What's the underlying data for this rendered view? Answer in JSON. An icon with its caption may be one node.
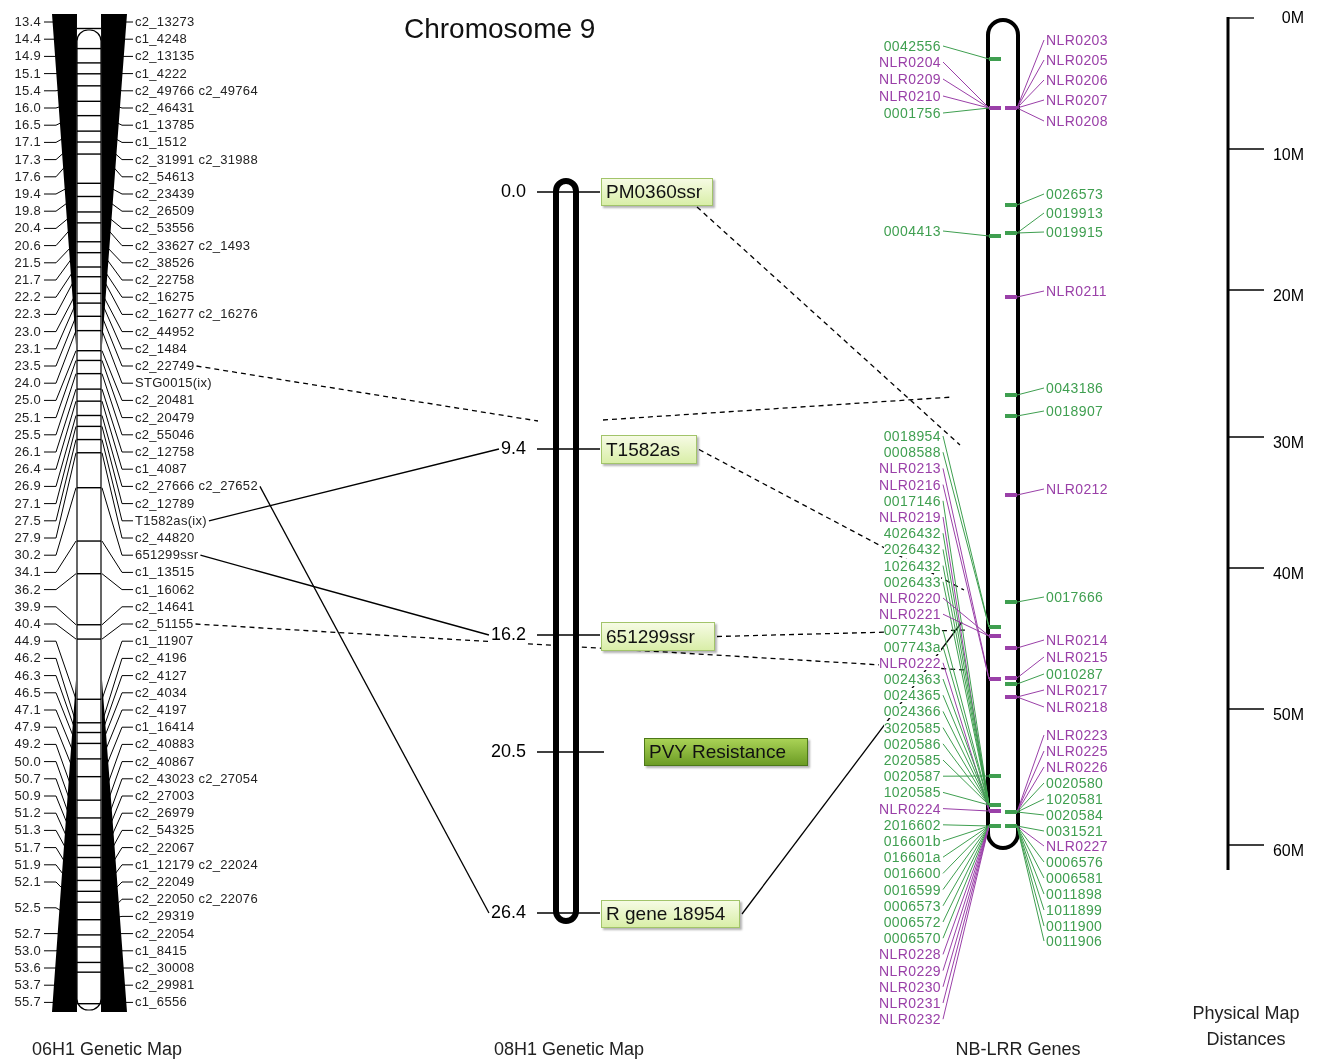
{
  "diagram": {
    "title": "Chromosome 9",
    "nodes": [
      {
        "text": [
          "PM0360ssr"
        ]
      },
      {
        "text": [
          "T1582as"
        ]
      },
      {
        "text": [
          "651299ssr"
        ]
      },
      {
        "text": [
          "PVY Resistance"
        ]
      },
      {
        "text": [
          "R gene  18954"
        ]
      },
      {
        "text": [
          "c2_22749"
        ]
      },
      {
        "text": [
          "c2_27666 c2_27652"
        ]
      },
      {
        "text": [
          "T1582as(ix)"
        ]
      },
      {
        "text": [
          "651299ssr"
        ]
      },
      {
        "text": [
          "c2_51155"
        ]
      },
      {
        "text": [
          "9.4"
        ]
      },
      {
        "text": [
          "16.2"
        ]
      },
      {
        "text": [
          "26.4"
        ]
      },
      {
        "text": [
          "0042556"
        ]
      },
      {
        "text": [
          "NLR0204"
        ]
      },
      {
        "text": [
          "NLR0209"
        ]
      },
      {
        "text": [
          "NLR0210"
        ]
      },
      {
        "text": [
          "0001756"
        ]
      },
      {
        "text": [
          "0004413"
        ]
      },
      {
        "text": [
          "NLR0203"
        ]
      },
      {
        "text": [
          "NLR0205"
        ]
      },
      {
        "text": [
          "NLR0206"
        ]
      },
      {
        "text": [
          "NLR0207"
        ]
      },
      {
        "text": [
          "NLR0208"
        ]
      },
      {
        "text": [
          "0026573"
        ]
      },
      {
        "text": [
          "0019913"
        ]
      },
      {
        "text": [
          "0019915"
        ]
      },
      {
        "text": [
          "NLR0211"
        ]
      },
      {
        "text": [
          "0043186"
        ]
      },
      {
        "text": [
          "0018907"
        ]
      },
      {
        "text": [
          "NLR0212"
        ]
      },
      {
        "text": [
          "0017666"
        ]
      },
      {
        "text": [
          "0018954"
        ]
      },
      {
        "text": [
          "0008588"
        ]
      },
      {
        "text": [
          "NLR0213"
        ]
      },
      {
        "text": [
          "NLR0216"
        ]
      },
      {
        "text": [
          "0017146"
        ]
      },
      {
        "text": [
          "NLR0219"
        ]
      },
      {
        "text": [
          "4026432"
        ]
      },
      {
        "text": [
          "2026432"
        ]
      },
      {
        "text": [
          "1026432"
        ]
      },
      {
        "text": [
          "0026433"
        ]
      },
      {
        "text": [
          "NLR0220"
        ]
      },
      {
        "text": [
          "NLR0221"
        ]
      },
      {
        "text": [
          "007743b"
        ]
      },
      {
        "text": [
          "007743a"
        ]
      },
      {
        "text": [
          "NLR0222"
        ]
      },
      {
        "text": [
          "0024363"
        ]
      },
      {
        "text": [
          "0024365"
        ]
      },
      {
        "text": [
          "0024366"
        ]
      },
      {
        "text": [
          "3020585"
        ]
      },
      {
        "text": [
          "0020586"
        ]
      },
      {
        "text": [
          "2020585"
        ]
      },
      {
        "text": [
          "0020587"
        ]
      },
      {
        "text": [
          "1020585"
        ]
      },
      {
        "text": [
          "NLR0224"
        ]
      },
      {
        "text": [
          "2016602"
        ]
      },
      {
        "text": [
          "016601b"
        ]
      },
      {
        "text": [
          "016601a"
        ]
      },
      {
        "text": [
          "0016600"
        ]
      },
      {
        "text": [
          "0016599"
        ]
      },
      {
        "text": [
          "0006573"
        ]
      },
      {
        "text": [
          "0006572"
        ]
      },
      {
        "text": [
          "0006570"
        ]
      },
      {
        "text": [
          "NLR0228"
        ]
      },
      {
        "text": [
          "NLR0229"
        ]
      },
      {
        "text": [
          "NLR0230"
        ]
      },
      {
        "text": [
          "NLR0231"
        ]
      },
      {
        "text": [
          "NLR0232"
        ]
      },
      {
        "text": [
          "NLR0214"
        ]
      },
      {
        "text": [
          "NLR0215"
        ]
      },
      {
        "text": [
          "0010287"
        ]
      },
      {
        "text": [
          "NLR0217"
        ]
      },
      {
        "text": [
          "NLR0218"
        ]
      },
      {
        "text": [
          "NLR0223"
        ]
      },
      {
        "text": [
          "NLR0225"
        ]
      },
      {
        "text": [
          "NLR0226"
        ]
      },
      {
        "text": [
          "0020580"
        ]
      },
      {
        "text": [
          "1020581"
        ]
      },
      {
        "text": [
          "0020584"
        ]
      },
      {
        "text": [
          "0031521"
        ]
      },
      {
        "text": [
          "NLR0227"
        ]
      },
      {
        "text": [
          "0006576"
        ]
      },
      {
        "text": [
          "0006581"
        ]
      },
      {
        "text": [
          "0011898"
        ]
      },
      {
        "text": [
          "1011899"
        ]
      },
      {
        "text": [
          "0011900"
        ]
      },
      {
        "text": [
          "0011906"
        ]
      },
      {
        "text": [],
        "shape": "bar"
      },
      {
        "text": [],
        "shape": "bar"
      },
      {
        "text": [],
        "shape": "bar"
      },
      {
        "text": [],
        "shape": "bar"
      },
      {
        "text": [],
        "shape": "bar"
      },
      {
        "text": [],
        "shape": "bar"
      },
      {
        "text": [],
        "shape": "bar"
      },
      {
        "text": [],
        "shape": "bar"
      },
      {
        "text": [],
        "shape": "bar"
      },
      {
        "text": [],
        "shape": "bar"
      },
      {
        "text": [],
        "shape": "bar"
      },
      {
        "text": [],
        "shape": "bar"
      },
      {
        "text": [],
        "shape": "bar"
      },
      {
        "text": [],
        "shape": "bar"
      },
      {
        "text": [],
        "shape": "bar"
      },
      {
        "text": [],
        "shape": "bar"
      },
      {
        "text": [],
        "shape": "bar"
      },
      {
        "text": [],
        "shape": "bar"
      },
      {
        "text": [],
        "shape": "bar"
      },
      {
        "text": [],
        "shape": "bar"
      },
      {
        "text": [],
        "shape": "bar"
      },
      {
        "text": [],
        "shape": "bar"
      },
      {
        "text": [],
        "shape": "bar"
      },
      {
        "text": [],
        "shape": "bar"
      }
    ],
    "edges": [
      {
        "from": 5,
        "to": null,
        "arrow": "none",
        "style": "dashed",
        "color": "#000000"
      },
      {
        "from": 7,
        "to": 10,
        "arrow": "none",
        "color": "#000000"
      },
      {
        "from": 6,
        "to": 12,
        "arrow": "none",
        "color": "#000000"
      },
      {
        "from": 8,
        "to": 11,
        "arrow": "none",
        "color": "#000000"
      },
      {
        "from": 9,
        "to": null,
        "arrow": "none",
        "style": "dashed",
        "color": "#000000"
      },
      {
        "from": 0,
        "to": null,
        "arrow": "none",
        "style": "dashed",
        "color": "#000000"
      },
      {
        "from": 1,
        "to": null,
        "arrow": "none",
        "style": "dashed",
        "color": "#000000"
      },
      {
        "from": 2,
        "to": null,
        "arrow": "none",
        "style": "dashed",
        "color": "#000000"
      },
      {
        "from": 4,
        "to": null,
        "arrow": "none",
        "color": "#000000"
      },
      {
        "from": 13,
        "to": 88,
        "arrow": "none",
        "color": "#3f9f50"
      },
      {
        "from": 14,
        "to": 89,
        "arrow": "none",
        "color": "#9a40a8"
      },
      {
        "from": 15,
        "to": 89,
        "arrow": "none",
        "color": "#9a40a8"
      },
      {
        "from": 16,
        "to": 89,
        "arrow": "none",
        "color": "#9a40a8"
      },
      {
        "from": 17,
        "to": 89,
        "arrow": "none",
        "color": "#3f9f50"
      },
      {
        "from": 18,
        "to": 90,
        "arrow": "none",
        "color": "#3f9f50"
      },
      {
        "from": 19,
        "to": 98,
        "arrow": "none",
        "color": "#9a40a8"
      },
      {
        "from": 20,
        "to": 98,
        "arrow": "none",
        "color": "#9a40a8"
      },
      {
        "from": 21,
        "to": 98,
        "arrow": "none",
        "color": "#9a40a8"
      },
      {
        "from": 22,
        "to": 98,
        "arrow": "none",
        "color": "#9a40a8"
      },
      {
        "from": 23,
        "to": 98,
        "arrow": "none",
        "color": "#9a40a8"
      },
      {
        "from": 24,
        "to": 99,
        "arrow": "none",
        "color": "#3f9f50"
      },
      {
        "from": 25,
        "to": 100,
        "arrow": "none",
        "color": "#3f9f50"
      },
      {
        "from": 26,
        "to": 100,
        "arrow": "none",
        "color": "#3f9f50"
      },
      {
        "from": 27,
        "to": 101,
        "arrow": "none",
        "color": "#9a40a8"
      },
      {
        "from": 28,
        "to": 102,
        "arrow": "none",
        "color": "#3f9f50"
      },
      {
        "from": 29,
        "to": 103,
        "arrow": "none",
        "color": "#3f9f50"
      },
      {
        "from": 30,
        "to": 104,
        "arrow": "none",
        "color": "#9a40a8"
      },
      {
        "from": 31,
        "to": 105,
        "arrow": "none",
        "color": "#3f9f50"
      },
      {
        "from": 32,
        "to": 91,
        "arrow": "none",
        "color": "#3f9f50"
      },
      {
        "from": 33,
        "to": 91,
        "arrow": "none",
        "color": "#3f9f50"
      },
      {
        "from": 34,
        "to": 93,
        "arrow": "none",
        "color": "#9a40a8"
      },
      {
        "from": 35,
        "to": 93,
        "arrow": "none",
        "color": "#9a40a8"
      },
      {
        "from": 36,
        "to": 95,
        "arrow": "none",
        "color": "#3f9f50"
      },
      {
        "from": 37,
        "to": 96,
        "arrow": "none",
        "color": "#9a40a8"
      },
      {
        "from": 38,
        "to": 95,
        "arrow": "none",
        "color": "#3f9f50"
      },
      {
        "from": 39,
        "to": 95,
        "arrow": "none",
        "color": "#3f9f50"
      },
      {
        "from": 40,
        "to": 95,
        "arrow": "none",
        "color": "#3f9f50"
      },
      {
        "from": 41,
        "to": 95,
        "arrow": "none",
        "color": "#3f9f50"
      },
      {
        "from": 42,
        "to": 92,
        "arrow": "none",
        "color": "#9a40a8"
      },
      {
        "from": 43,
        "to": 92,
        "arrow": "none",
        "color": "#9a40a8"
      },
      {
        "from": 44,
        "to": 95,
        "arrow": "none",
        "color": "#3f9f50"
      },
      {
        "from": 45,
        "to": 95,
        "arrow": "none",
        "color": "#3f9f50"
      },
      {
        "from": 46,
        "to": 96,
        "arrow": "none",
        "color": "#9a40a8"
      },
      {
        "from": 47,
        "to": 95,
        "arrow": "none",
        "color": "#3f9f50"
      },
      {
        "from": 48,
        "to": 95,
        "arrow": "none",
        "color": "#3f9f50"
      },
      {
        "from": 49,
        "to": 95,
        "arrow": "none",
        "color": "#3f9f50"
      },
      {
        "from": 50,
        "to": 95,
        "arrow": "none",
        "color": "#3f9f50"
      },
      {
        "from": 51,
        "to": 95,
        "arrow": "none",
        "color": "#3f9f50"
      },
      {
        "from": 52,
        "to": 95,
        "arrow": "none",
        "color": "#3f9f50"
      },
      {
        "from": 53,
        "to": 94,
        "arrow": "none",
        "color": "#3f9f50"
      },
      {
        "from": 54,
        "to": 95,
        "arrow": "none",
        "color": "#3f9f50"
      },
      {
        "from": 55,
        "to": 96,
        "arrow": "none",
        "color": "#9a40a8"
      },
      {
        "from": 56,
        "to": 97,
        "arrow": "none",
        "color": "#3f9f50"
      },
      {
        "from": 57,
        "to": 97,
        "arrow": "none",
        "color": "#3f9f50"
      },
      {
        "from": 58,
        "to": 97,
        "arrow": "none",
        "color": "#3f9f50"
      },
      {
        "from": 59,
        "to": 97,
        "arrow": "none",
        "color": "#3f9f50"
      },
      {
        "from": 60,
        "to": 97,
        "arrow": "none",
        "color": "#3f9f50"
      },
      {
        "from": 61,
        "to": 97,
        "arrow": "none",
        "color": "#3f9f50"
      },
      {
        "from": 62,
        "to": 97,
        "arrow": "none",
        "color": "#3f9f50"
      },
      {
        "from": 63,
        "to": 97,
        "arrow": "none",
        "color": "#3f9f50"
      },
      {
        "from": 64,
        "to": 97,
        "arrow": "none",
        "color": "#9a40a8"
      },
      {
        "from": 65,
        "to": 97,
        "arrow": "none",
        "color": "#9a40a8"
      },
      {
        "from": 66,
        "to": 97,
        "arrow": "none",
        "color": "#9a40a8"
      },
      {
        "from": 67,
        "to": 97,
        "arrow": "none",
        "color": "#9a40a8"
      },
      {
        "from": 68,
        "to": 97,
        "arrow": "none",
        "color": "#9a40a8"
      },
      {
        "from": 69,
        "to": 106,
        "arrow": "none",
        "color": "#9a40a8"
      },
      {
        "from": 70,
        "to": 107,
        "arrow": "none",
        "color": "#9a40a8"
      },
      {
        "from": 71,
        "to": 108,
        "arrow": "none",
        "color": "#3f9f50"
      },
      {
        "from": 72,
        "to": 109,
        "arrow": "none",
        "color": "#9a40a8"
      },
      {
        "from": 73,
        "to": 109,
        "arrow": "none",
        "color": "#9a40a8"
      },
      {
        "from": 74,
        "to": 110,
        "arrow": "none",
        "color": "#9a40a8"
      },
      {
        "from": 75,
        "to": 110,
        "arrow": "none",
        "color": "#9a40a8"
      },
      {
        "from": 76,
        "to": 110,
        "arrow": "none",
        "color": "#9a40a8"
      },
      {
        "from": 77,
        "to": 110,
        "arrow": "none",
        "color": "#3f9f50"
      },
      {
        "from": 78,
        "to": 110,
        "arrow": "none",
        "color": "#3f9f50"
      },
      {
        "from": 79,
        "to": 110,
        "arrow": "none",
        "color": "#3f9f50"
      },
      {
        "from": 80,
        "to": 111,
        "arrow": "none",
        "color": "#3f9f50"
      },
      {
        "from": 81,
        "to": 111,
        "arrow": "none",
        "color": "#9a40a8"
      },
      {
        "from": 82,
        "to": 111,
        "arrow": "none",
        "color": "#3f9f50"
      },
      {
        "from": 83,
        "to": 111,
        "arrow": "none",
        "color": "#3f9f50"
      },
      {
        "from": 84,
        "to": 111,
        "arrow": "none",
        "color": "#3f9f50"
      },
      {
        "from": 85,
        "to": 111,
        "arrow": "none",
        "color": "#3f9f50"
      },
      {
        "from": 86,
        "to": 111,
        "arrow": "none",
        "color": "#3f9f50"
      },
      {
        "from": 87,
        "to": 111,
        "arrow": "none",
        "color": "#3f9f50"
      }
    ],
    "labels": [
      "13.4",
      "14.4",
      "14.9",
      "15.1",
      "15.4",
      "16.0",
      "16.5",
      "17.1",
      "17.3",
      "17.6",
      "19.4",
      "19.8",
      "20.4",
      "20.6",
      "21.5",
      "21.7",
      "22.2",
      "22.3",
      "23.0",
      "23.1",
      "23.5",
      "24.0",
      "25.0",
      "25.1",
      "25.5",
      "26.1",
      "26.4",
      "26.9",
      "27.1",
      "27.5",
      "27.9",
      "30.2",
      "34.1",
      "36.2",
      "39.9",
      "40.4",
      "44.9",
      "46.2",
      "46.3",
      "46.5",
      "47.1",
      "47.9",
      "49.2",
      "50.0",
      "50.7",
      "50.9",
      "51.2",
      "51.3",
      "51.7",
      "51.9",
      "52.1",
      "52.5",
      "52.7",
      "53.0",
      "53.6",
      "53.7",
      "55.7",
      "c2_13273",
      "c1_4248",
      "c2_13135",
      "c1_4222",
      "c2_49766 c2_49764",
      "c2_46431",
      "c1_13785",
      "c1_1512",
      "c2_31991 c2_31988",
      "c2_54613",
      "c2_23439",
      "c2_26509",
      "c2_53556",
      "c2_33627 c2_1493",
      "c2_38526",
      "c2_22758",
      "c2_16275",
      "c2_16277 c2_16276",
      "c2_44952",
      "c2_1484",
      "STG0015(ix)",
      "c2_20481",
      "c2_20479",
      "c2_55046",
      "c2_12758",
      "c1_4087",
      "c2_12789",
      "c2_44820",
      "c1_13515",
      "c1_16062",
      "c2_14641",
      "c1_11907",
      "c2_4196",
      "c2_4127",
      "c2_4034",
      "c2_4197",
      "c1_16414",
      "c2_40883",
      "c2_40867",
      "c2_43023 c2_27054",
      "c2_27003",
      "c2_26979",
      "c2_54325",
      "c2_22067",
      "c1_12179 c2_22024",
      "c2_22049",
      "c2_22050 c2_22076",
      "c2_29319",
      "c2_22054",
      "c1_8415",
      "c2_30008",
      "c2_29981",
      "c1_6556",
      "0.0",
      "20.5",
      "0M",
      "10M",
      "20M",
      "30M",
      "40M",
      "50M",
      "60M",
      "06H1 Genetic Map",
      "08H1 Genetic Map",
      "NB-LRR Genes",
      "Physical Map Distances"
    ]
  }
}
